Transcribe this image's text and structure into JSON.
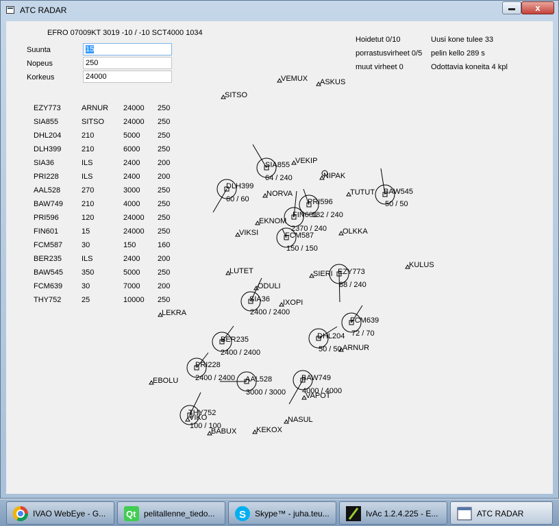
{
  "window": {
    "title": "ATC RADAR",
    "close_glyph": "x"
  },
  "metar": "EFRO 07009KT 3019 -10 / -10 SCT4000  1034",
  "form": {
    "heading_label": "Suunta",
    "heading_value": "15",
    "speed_label": "Nopeus",
    "speed_value": "250",
    "altitude_label": "Korkeus",
    "altitude_value": "24000"
  },
  "stats": {
    "handled": "Hoidetut 0/10",
    "next_plane": "Uusi kone tulee 33",
    "separation_errors": "porrastusvirheet 0/5",
    "game_clock": "pelin kello 289 s",
    "other_errors": "muut virheet 0",
    "waiting": "Odottavia koneita 4 kpl"
  },
  "flights": [
    [
      "EZY773",
      "ARNUR",
      "24000",
      "250"
    ],
    [
      "SIA855",
      "SITSO",
      "24000",
      "250"
    ],
    [
      "DHL204",
      "210",
      "5000",
      "250"
    ],
    [
      "DLH399",
      "210",
      "6000",
      "250"
    ],
    [
      "SIA36",
      "ILS",
      "2400",
      "200"
    ],
    [
      "PRI228",
      "ILS",
      "2400",
      "200"
    ],
    [
      "AAL528",
      "270",
      "3000",
      "250"
    ],
    [
      "BAW749",
      "210",
      "4000",
      "250"
    ],
    [
      "PRI596",
      "120",
      "24000",
      "250"
    ],
    [
      "FIN601",
      "15",
      "24000",
      "250"
    ],
    [
      "FCM587",
      "30",
      "150",
      "160"
    ],
    [
      "BER235",
      "ILS",
      "2400",
      "200"
    ],
    [
      "BAW545",
      "350",
      "5000",
      "250"
    ],
    [
      "FCM639",
      "30",
      "7000",
      "200"
    ],
    [
      "THY752",
      "25",
      "10000",
      "250"
    ]
  ],
  "waypoints": [
    "VEMUX",
    "ASKUS",
    "SITSO",
    "VEKIP",
    "NIPAK",
    "TUTUT",
    "NORVA",
    "EKNOM",
    "VIKSI",
    "OLKKA",
    "KULUS",
    "LUTET",
    "SIERI",
    "ODULI",
    "IXOPI",
    "LEKRA",
    "ARNUR",
    "EBOLU",
    "VAPOT",
    "NASUL",
    "VIKO",
    "BABUX",
    "KEKOX"
  ],
  "aircraft": [
    {
      "callsign": "SIA855",
      "alt": "64 / 240"
    },
    {
      "callsign": "DLH399",
      "alt": "60 / 60"
    },
    {
      "callsign": "PRI596",
      "alt": "182 / 240"
    },
    {
      "callsign": "BAW545",
      "alt": "50 / 50"
    },
    {
      "callsign": "FIN601",
      "alt": "2370 / 240"
    },
    {
      "callsign": "FCM587",
      "alt": "150 / 150"
    },
    {
      "callsign": "EZY773",
      "alt": "88 / 240"
    },
    {
      "callsign": "SIA36",
      "alt": "2400 / 2400"
    },
    {
      "callsign": "FCM639",
      "alt": "72 / 70"
    },
    {
      "callsign": "DHL204",
      "alt": "50 / 50"
    },
    {
      "callsign": "BER235",
      "alt": "2400 / 2400"
    },
    {
      "callsign": "PRI228",
      "alt": "2400 / 2400"
    },
    {
      "callsign": "AAL528",
      "alt": "3000 / 3000"
    },
    {
      "callsign": "BAW749",
      "alt": "4000 / 4000"
    },
    {
      "callsign": "THY752",
      "alt": "100 / 100"
    }
  ],
  "taskbar": [
    {
      "label": "IVAO WebEye - G...",
      "icon": "chrome-icon"
    },
    {
      "label": "pelitallenne_tiedo...",
      "icon": "qt-icon"
    },
    {
      "label": "Skype™ - juha.teu...",
      "icon": "skype-icon"
    },
    {
      "label": "IvAc 1.2.4.225  - E...",
      "icon": "ivac-icon"
    },
    {
      "label": "ATC RADAR",
      "icon": "app-window-icon"
    }
  ]
}
